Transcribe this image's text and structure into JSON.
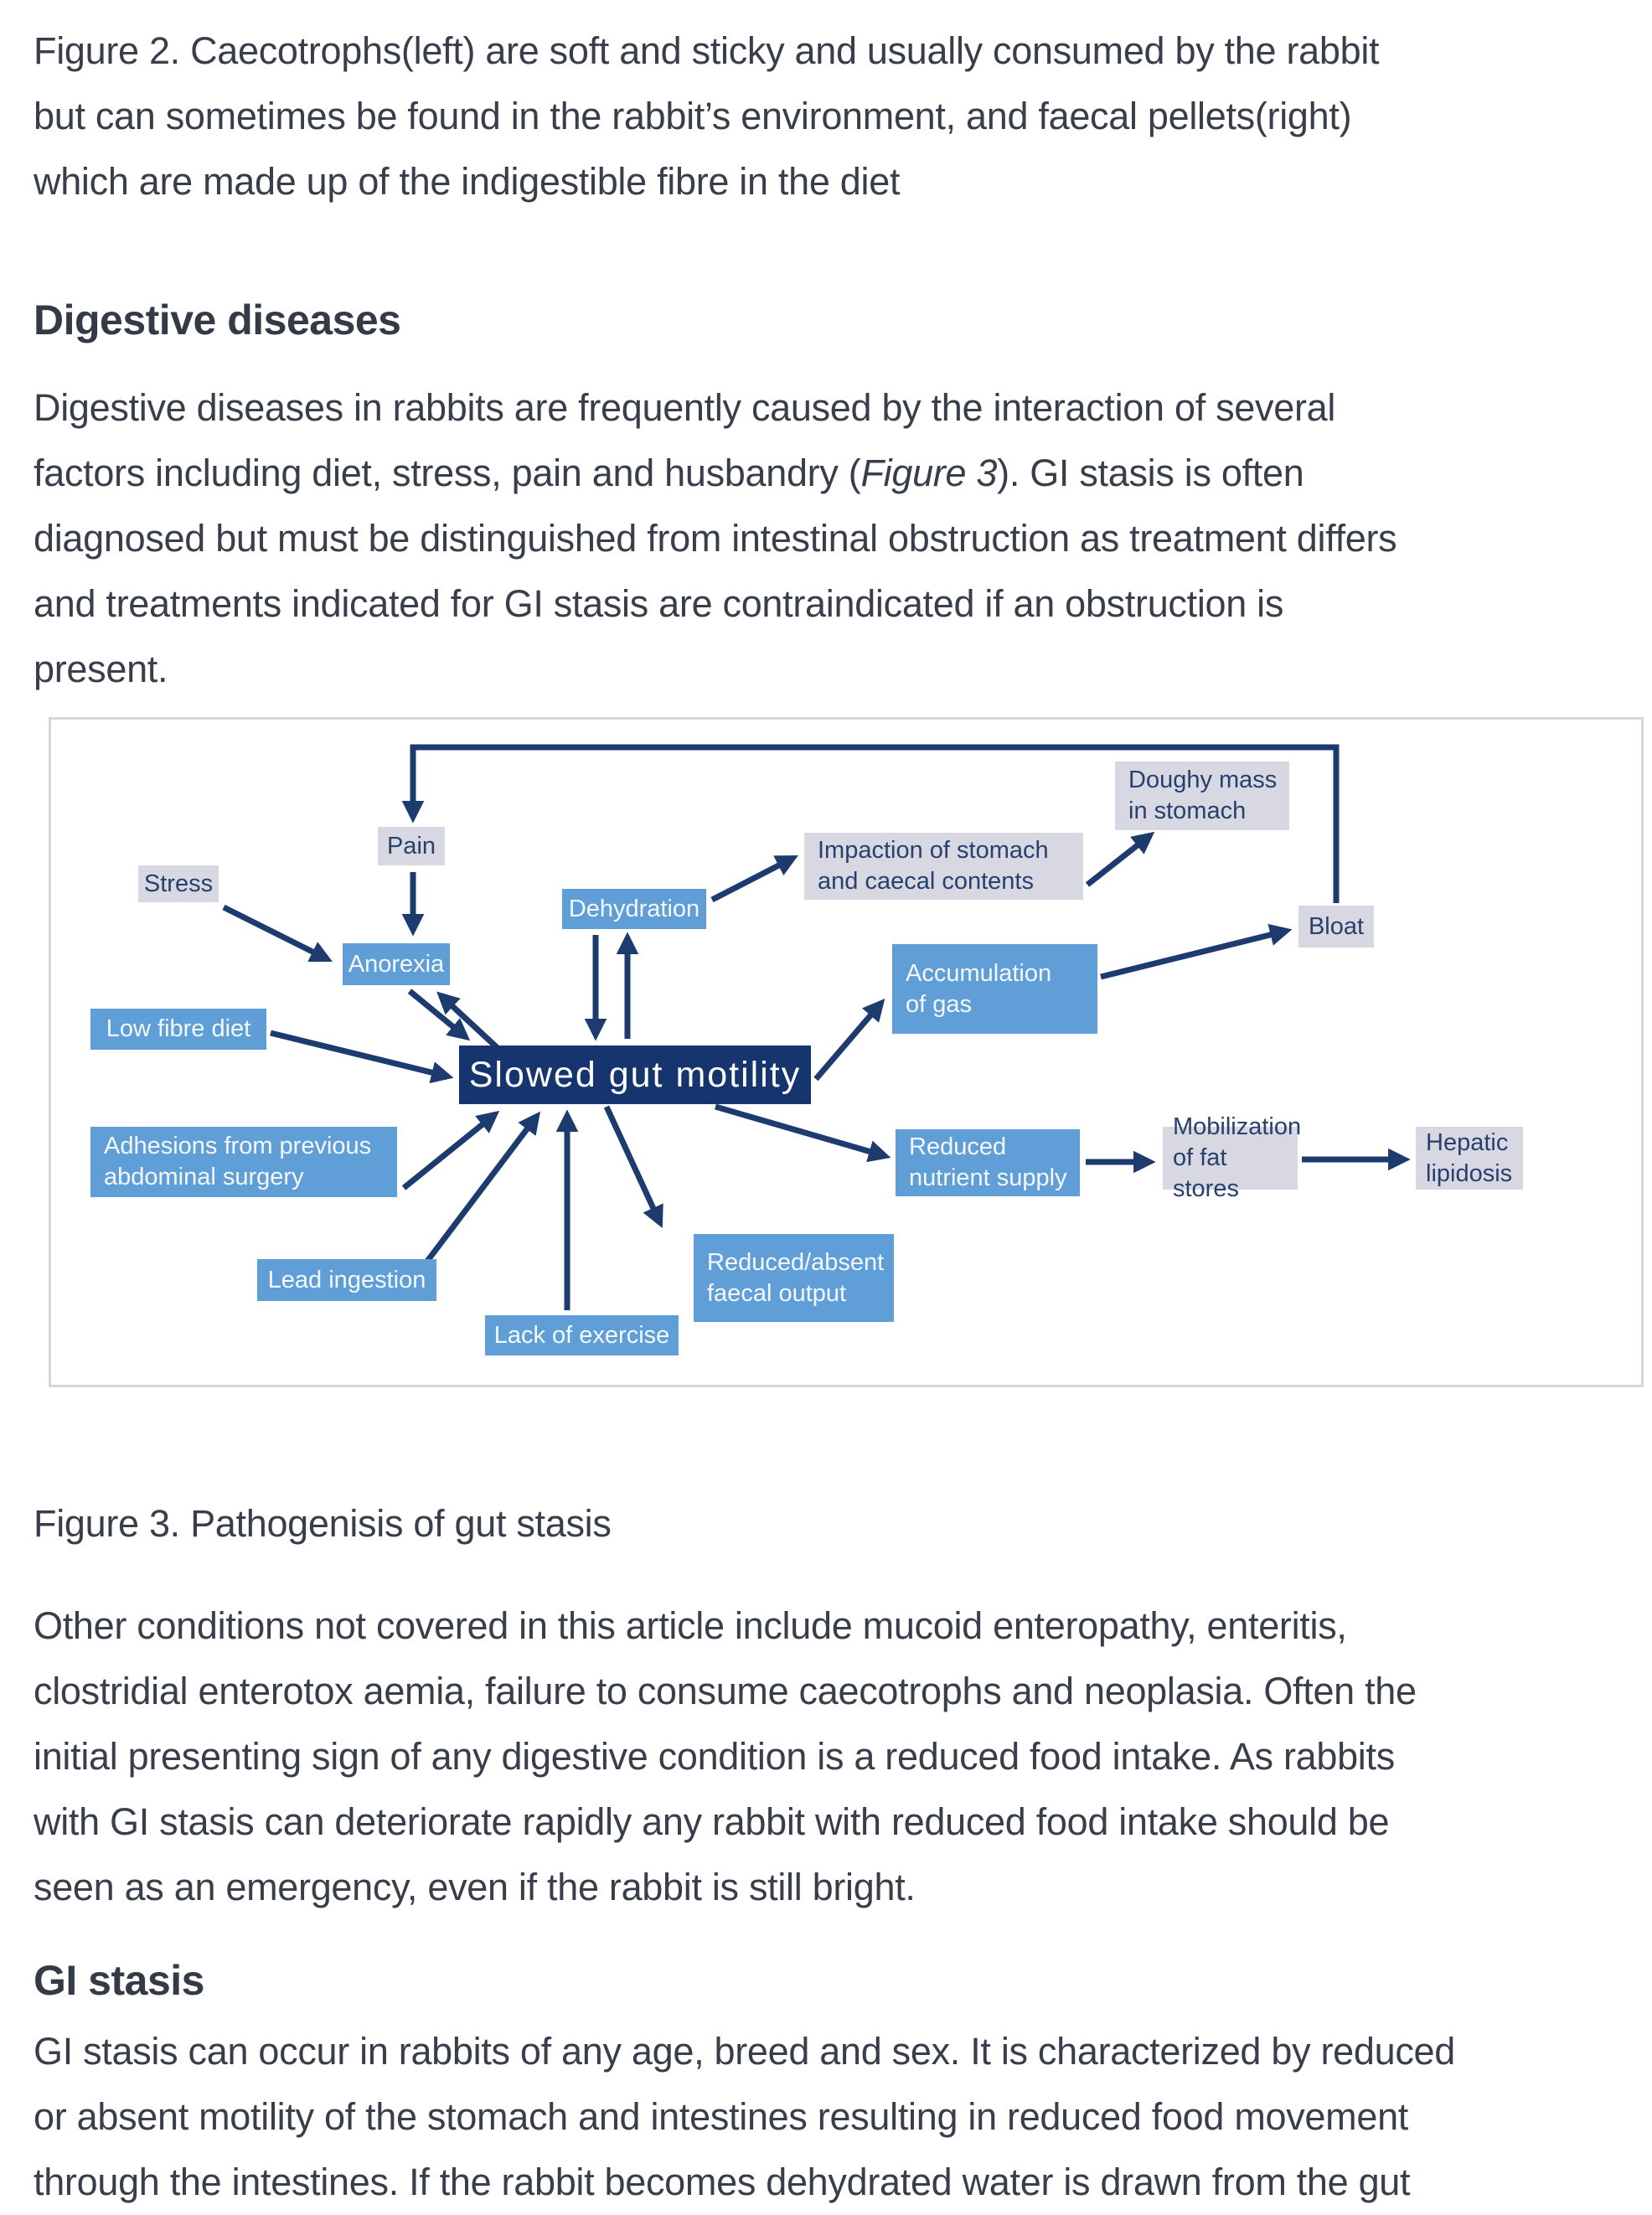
{
  "colors": {
    "body_text": "#383e4a",
    "box_gray_bg": "#d8d8e2",
    "box_gray_text": "#27406e",
    "box_blue_bg": "#5f9ed6",
    "box_blue_text": "#f4f8fc",
    "box_navy_bg": "#16356e",
    "arrow": "#1d3b6f"
  },
  "figure2_caption": {
    "l1": "Figure 2. Caecotrophs(left) are soft and sticky and usually consumed by the rabbit",
    "l2": "but can sometimes be found in the rabbit’s environment, and faecal pellets(right)",
    "l3": "which are made up of the indigestible fibre in the diet"
  },
  "section1": {
    "heading": "Digestive diseases",
    "para": {
      "l1": "Digestive diseases in rabbits are frequently caused by the interaction of several",
      "l2_pre": "factors including diet, stress, pain and husbandry (",
      "l2_italic": "Figure 3",
      "l2_post": "). GI stasis is often",
      "l3": "diagnosed but must be distinguished from intestinal obstruction as treatment differs",
      "l4": "and treatments indicated for GI stasis are contraindicated if an obstruction is",
      "l5": "present."
    }
  },
  "figure3": {
    "caption": "Figure 3. Pathogenisis of gut stasis",
    "boxes": {
      "stress": "Stress",
      "pain": "Pain",
      "dehydration": "Dehydration",
      "impaction_l1": "Impaction of stomach",
      "impaction_l2": "and caecal contents",
      "doughy_l1": "Doughy mass",
      "doughy_l2": "in stomach",
      "bloat": "Bloat",
      "anorexia": "Anorexia",
      "low_fibre": "Low fibre diet",
      "accumulation_l1": "Accumulation",
      "accumulation_l2": "of gas",
      "slowed": "Slowed gut motility",
      "adhesions_l1": "Adhesions from previous",
      "adhesions_l2": "abdominal surgery",
      "reduced_nutrient_l1": "Reduced",
      "reduced_nutrient_l2": "nutrient supply",
      "mobilization_l1": "Mobilization",
      "mobilization_l2": "of fat stores",
      "hepatic_l1": "Hepatic",
      "hepatic_l2": "lipidosis",
      "lead": "Lead ingestion",
      "reduced_faecal_l1": "Reduced/absent",
      "reduced_faecal_l2": "faecal output",
      "lack": "Lack of exercise"
    }
  },
  "section2": {
    "para": {
      "l1": "Other conditions not covered in this article include mucoid enteropathy, enteritis,",
      "l2": "clostridial enterotox aemia, failure to consume caecotrophs and neoplasia. Often the",
      "l3": "initial presenting sign of any digestive condition is a reduced food intake. As rabbits",
      "l4": "with GI stasis can deteriorate rapidly any rabbit with reduced food intake should be",
      "l5": "seen as an emergency, even if the rabbit is still bright."
    }
  },
  "section3": {
    "heading": "GI stasis",
    "para": {
      "l1": "GI stasis can occur in rabbits of any age, breed and sex. It is characterized by reduced",
      "l2": "or absent motility of the stomach and intestines resulting in reduced food movement",
      "l3": "through the intestines. If the rabbit becomes dehydrated water is drawn from the gut"
    }
  }
}
